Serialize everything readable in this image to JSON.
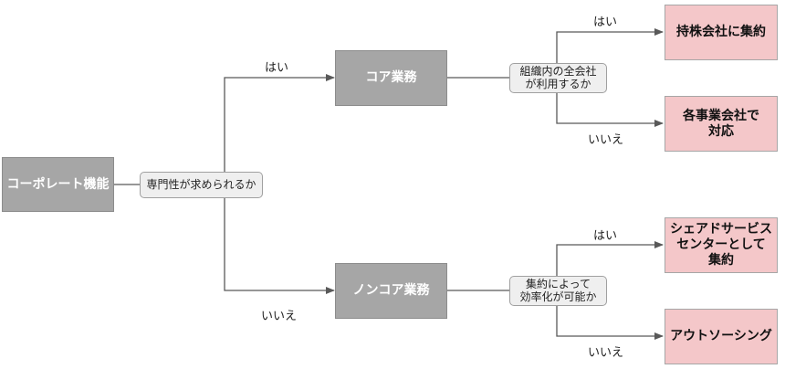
{
  "diagram": {
    "root": {
      "label": "コーポレート機能"
    },
    "question1": {
      "label": "専門性が求められるか"
    },
    "branch_core": {
      "edge_label": "はい",
      "node": "コア業務",
      "question": "組織内の全会社\nが利用するか",
      "yes_label": "はい",
      "yes_result": "持株会社に集約",
      "no_label": "いいえ",
      "no_result": "各事業会社で\n対応"
    },
    "branch_noncore": {
      "edge_label": "いいえ",
      "node": "ノンコア業務",
      "question": "集約によって\n効率化が可能か",
      "yes_label": "はい",
      "yes_result": "シェアドサービス\nセンターとして\n集約",
      "no_label": "いいえ",
      "no_result": "アウトソーシング"
    },
    "colors": {
      "node_gray": "#a6a6a6",
      "result_pink": "#f4c7c9",
      "question_fill": "#efefef",
      "line": "#595959"
    }
  }
}
